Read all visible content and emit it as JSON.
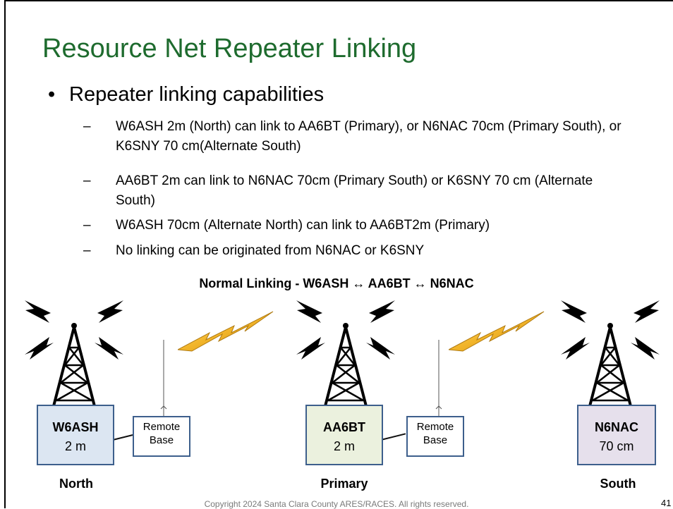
{
  "slide": {
    "title": "Resource Net Repeater Linking",
    "bullet": "Repeater linking capabilities",
    "sub_items": [
      "W6ASH 2m (North) can link to AA6BT (Primary), or N6NAC 70cm (Primary South), or K6SNY 70 cm(Alternate South)",
      "AA6BT 2m can link to N6NAC  70cm (Primary South) or K6SNY 70 cm (Alternate South)",
      "W6ASH 70cm (Alternate North) can link to AA6BT2m (Primary)",
      "No linking can be originated from N6NAC or K6SNY"
    ],
    "dash": "–",
    "bullet_symbol": "•"
  },
  "diagram": {
    "caption": "Normal Linking - W6ASH ↔ AA6BT ↔ N6NAC",
    "nodes": [
      {
        "call": "W6ASH",
        "band": "2 m",
        "region": "North",
        "color": "#dce6f2"
      },
      {
        "call": "AA6BT",
        "band": "2 m",
        "region": "Primary",
        "color": "#ebf1de"
      },
      {
        "call": "N6NAC",
        "band": "70 cm",
        "region": "South",
        "color": "#e6e0ec"
      }
    ],
    "remote_line1": "Remote",
    "remote_line2": "Base"
  },
  "footer": "Copyright 2024 Santa Clara County ARES/RACES.  All rights reserved.",
  "page_number": "41"
}
